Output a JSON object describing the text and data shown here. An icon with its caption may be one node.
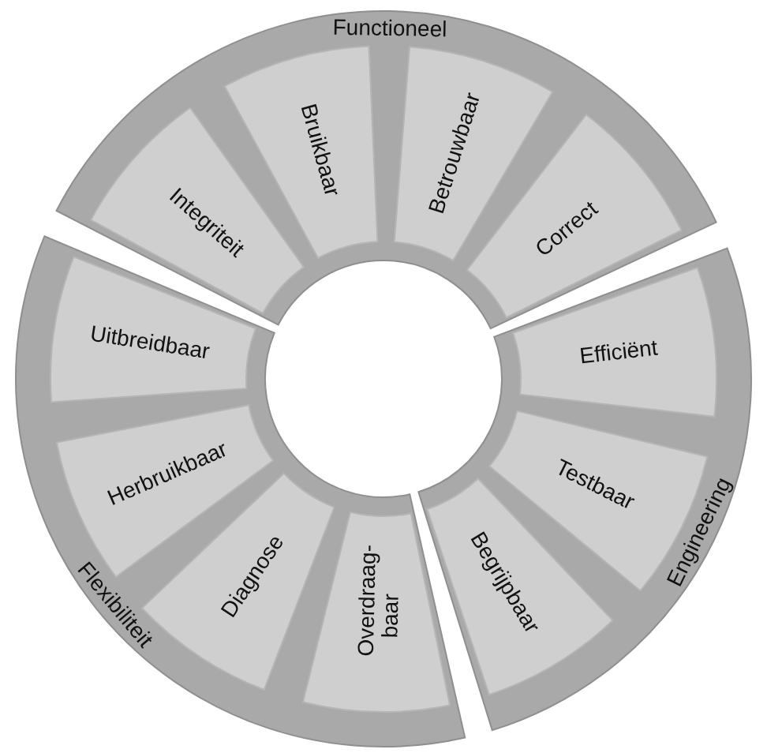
{
  "diagram": {
    "nodes": [
      {
        "text": [
          "Functioneel"
        ]
      },
      {
        "text": [
          "Integriteit"
        ],
        "in": 0
      },
      {
        "text": [
          "Bruikbaar"
        ],
        "in": 0
      },
      {
        "text": [
          "Betrouwbaar"
        ],
        "in": 0
      },
      {
        "text": [
          "Correct"
        ],
        "in": 0
      },
      {
        "text": [
          "Engineering"
        ]
      },
      {
        "text": [
          "Efficiënt"
        ],
        "in": 5
      },
      {
        "text": [
          "Testbaar"
        ],
        "in": 5
      },
      {
        "text": [
          "Begrijpbaar"
        ],
        "in": 5
      },
      {
        "text": [
          "Flexibiliteit"
        ]
      },
      {
        "text": [
          "Uitbreidbaar"
        ],
        "in": 9
      },
      {
        "text": [
          "Herbruikbaar"
        ],
        "in": 9
      },
      {
        "text": [
          "Diagnose"
        ],
        "in": 9
      },
      {
        "text": [
          "Overdraag- baar"
        ],
        "in": 9
      }
    ]
  }
}
